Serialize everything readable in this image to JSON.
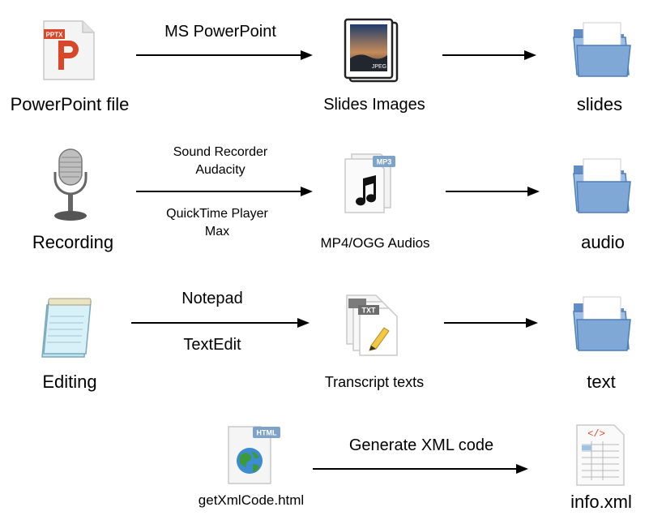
{
  "rows": [
    {
      "source": {
        "label": "PowerPoint file",
        "badge": "PPTX"
      },
      "tool_top": [
        "MS PowerPoint"
      ],
      "tool_bottom": [],
      "middle": {
        "label": "Slides Images",
        "badge": "JPEG"
      },
      "target": {
        "label": "slides"
      }
    },
    {
      "source": {
        "label": "Recording"
      },
      "tool_top": [
        "Sound Recorder",
        "Audacity"
      ],
      "tool_bottom": [
        "QuickTime Player",
        "Max"
      ],
      "middle": {
        "label": "MP4/OGG Audios",
        "badge": "MP3"
      },
      "target": {
        "label": "audio"
      }
    },
    {
      "source": {
        "label": "Editing"
      },
      "tool_top": [
        "Notepad"
      ],
      "tool_bottom": [
        "TextEdit"
      ],
      "middle": {
        "label": "Transcript texts",
        "badge": "TXT"
      },
      "target": {
        "label": "text"
      }
    },
    {
      "source": {
        "label": "getXmlCode.html",
        "badge": "HTML"
      },
      "tool_top": [
        "Generate XML code"
      ],
      "target": {
        "label": "info.xml",
        "badge": "</>"
      }
    }
  ],
  "colors": {
    "folder": "#7fa8d6",
    "ppt": "#d9472b",
    "arrow": "#000000"
  }
}
